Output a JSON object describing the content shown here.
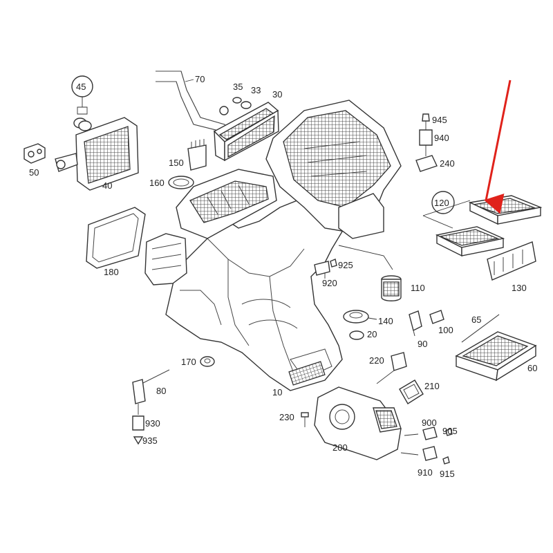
{
  "diagram": {
    "labels": {
      "l10": "10",
      "l20": "20",
      "l30": "30",
      "l33": "33",
      "l35": "35",
      "l40": "40",
      "l45": "45",
      "l50": "50",
      "l60": "60",
      "l65": "65",
      "l70": "70",
      "l80": "80",
      "l90": "90",
      "l100": "100",
      "l110": "110",
      "l120": "120",
      "l130": "130",
      "l140": "140",
      "l150": "150",
      "l160": "160",
      "l170": "170",
      "l180": "180",
      "l200": "200",
      "l210": "210",
      "l220": "220",
      "l230": "230",
      "l240": "240",
      "l900": "900",
      "l905": "905",
      "l910": "910",
      "l915": "915",
      "l920": "920",
      "l925": "925",
      "l930": "930",
      "l935": "935",
      "l940": "940",
      "l945": "945"
    },
    "colors": {
      "line": "#333333",
      "highlight_arrow": "#e0221b",
      "background": "#ffffff"
    }
  }
}
